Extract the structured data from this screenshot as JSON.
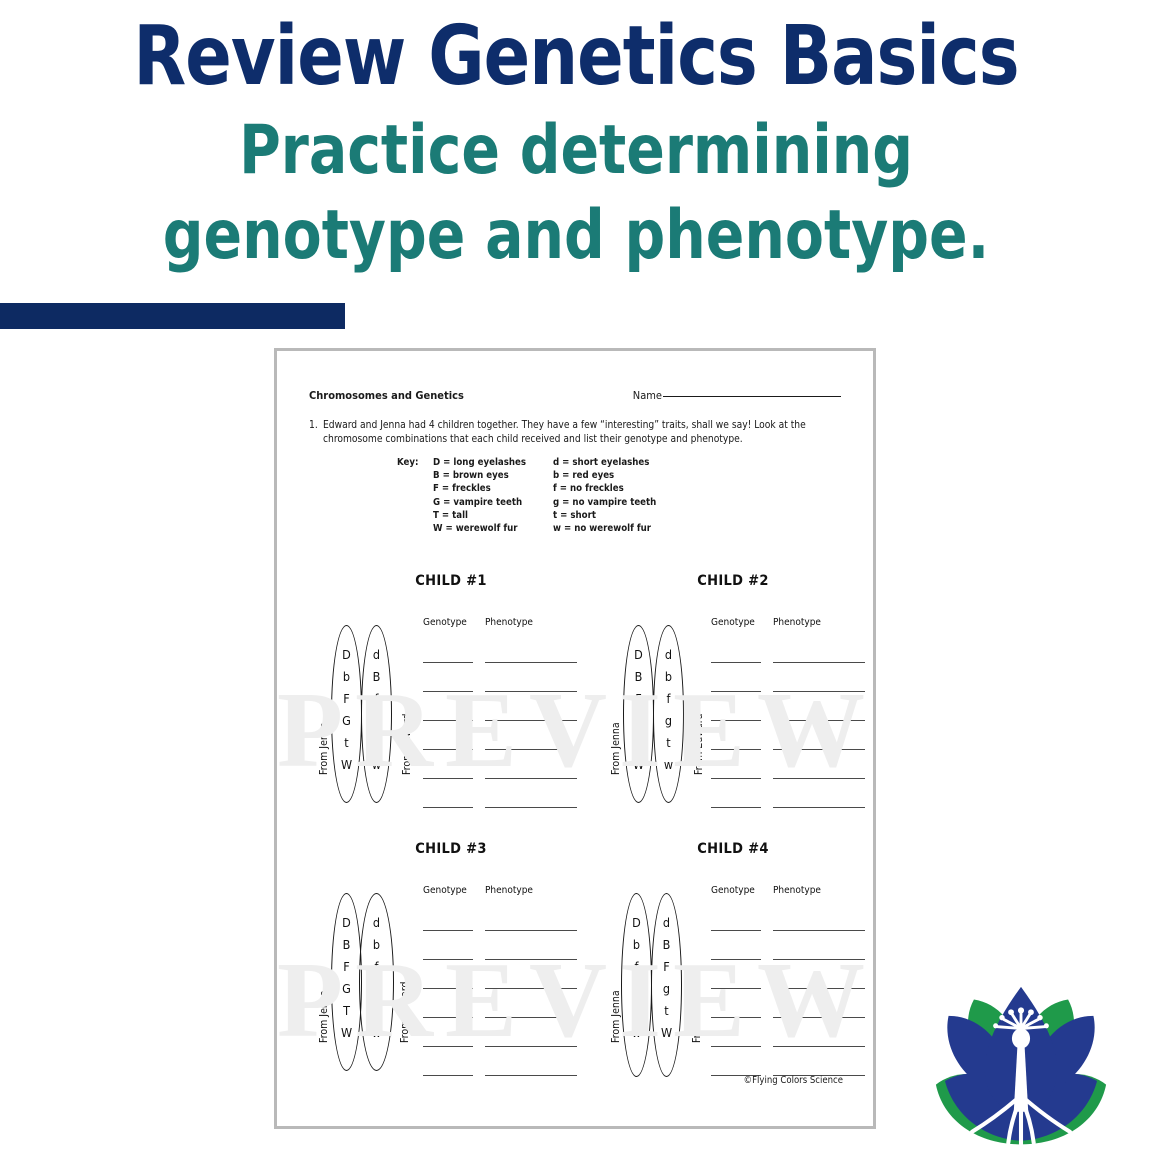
{
  "banner": {
    "title": "Review Genetics Basics",
    "subtitle_line1": "Practice determining",
    "subtitle_line2": "genotype and phenotype.",
    "title_color": "#0e2d6b",
    "subtitle_color": "#1b7b76",
    "bar_color": "#0d2a62"
  },
  "worksheet": {
    "header_title": "Chromosomes and Genetics",
    "name_label": "Name",
    "question_number": "1.",
    "question_text": "Edward and Jenna had 4 children together.  They have a few “interesting” traits, shall we say!  Look at the chromosome combinations that each child received and list their genotype and phenotype.",
    "key_label": "Key:",
    "key_dominant": [
      "D = long eyelashes",
      "B = brown eyes",
      "F = freckles",
      "G = vampire teeth",
      "T = tall",
      "W = werewolf fur"
    ],
    "key_recessive": [
      "d = short eyelashes",
      "b = red eyes",
      "f = no freckles",
      "g = no vampire teeth",
      "t = short",
      "w = no werewolf fur"
    ],
    "column_genotype": "Genotype",
    "column_phenotype": "Phenotype",
    "parent_left_label": "From Jenna",
    "parent_right_label": "From Edward",
    "answer_rows": 6,
    "copyright": "©Flying Colors Science",
    "watermark": "PREVIEW",
    "children": [
      {
        "title": "CHILD #1",
        "left_alleles": [
          "D",
          "b",
          "F",
          "G",
          "t",
          "W"
        ],
        "right_alleles": [
          "d",
          "B",
          "f",
          "g",
          "t",
          "w"
        ]
      },
      {
        "title": "CHILD #2",
        "left_alleles": [
          "D",
          "B",
          "F",
          "G",
          "T",
          "W"
        ],
        "right_alleles": [
          "d",
          "b",
          "f",
          "g",
          "t",
          "w"
        ]
      },
      {
        "title": "CHILD #3",
        "left_alleles": [
          "D",
          "B",
          "F",
          "G",
          "T",
          "W"
        ],
        "right_alleles": [
          "d",
          "b",
          "f",
          "g",
          "t",
          "w"
        ]
      },
      {
        "title": "CHILD #4",
        "left_alleles": [
          "D",
          "b",
          "f",
          "G",
          "t",
          "w"
        ],
        "right_alleles": [
          "d",
          "B",
          "F",
          "g",
          "t",
          "W"
        ]
      }
    ]
  },
  "logo": {
    "name": "Flying Colors Science peacock lotus logo",
    "color_blue": "#243a8f",
    "color_green": "#1f9a4a"
  }
}
